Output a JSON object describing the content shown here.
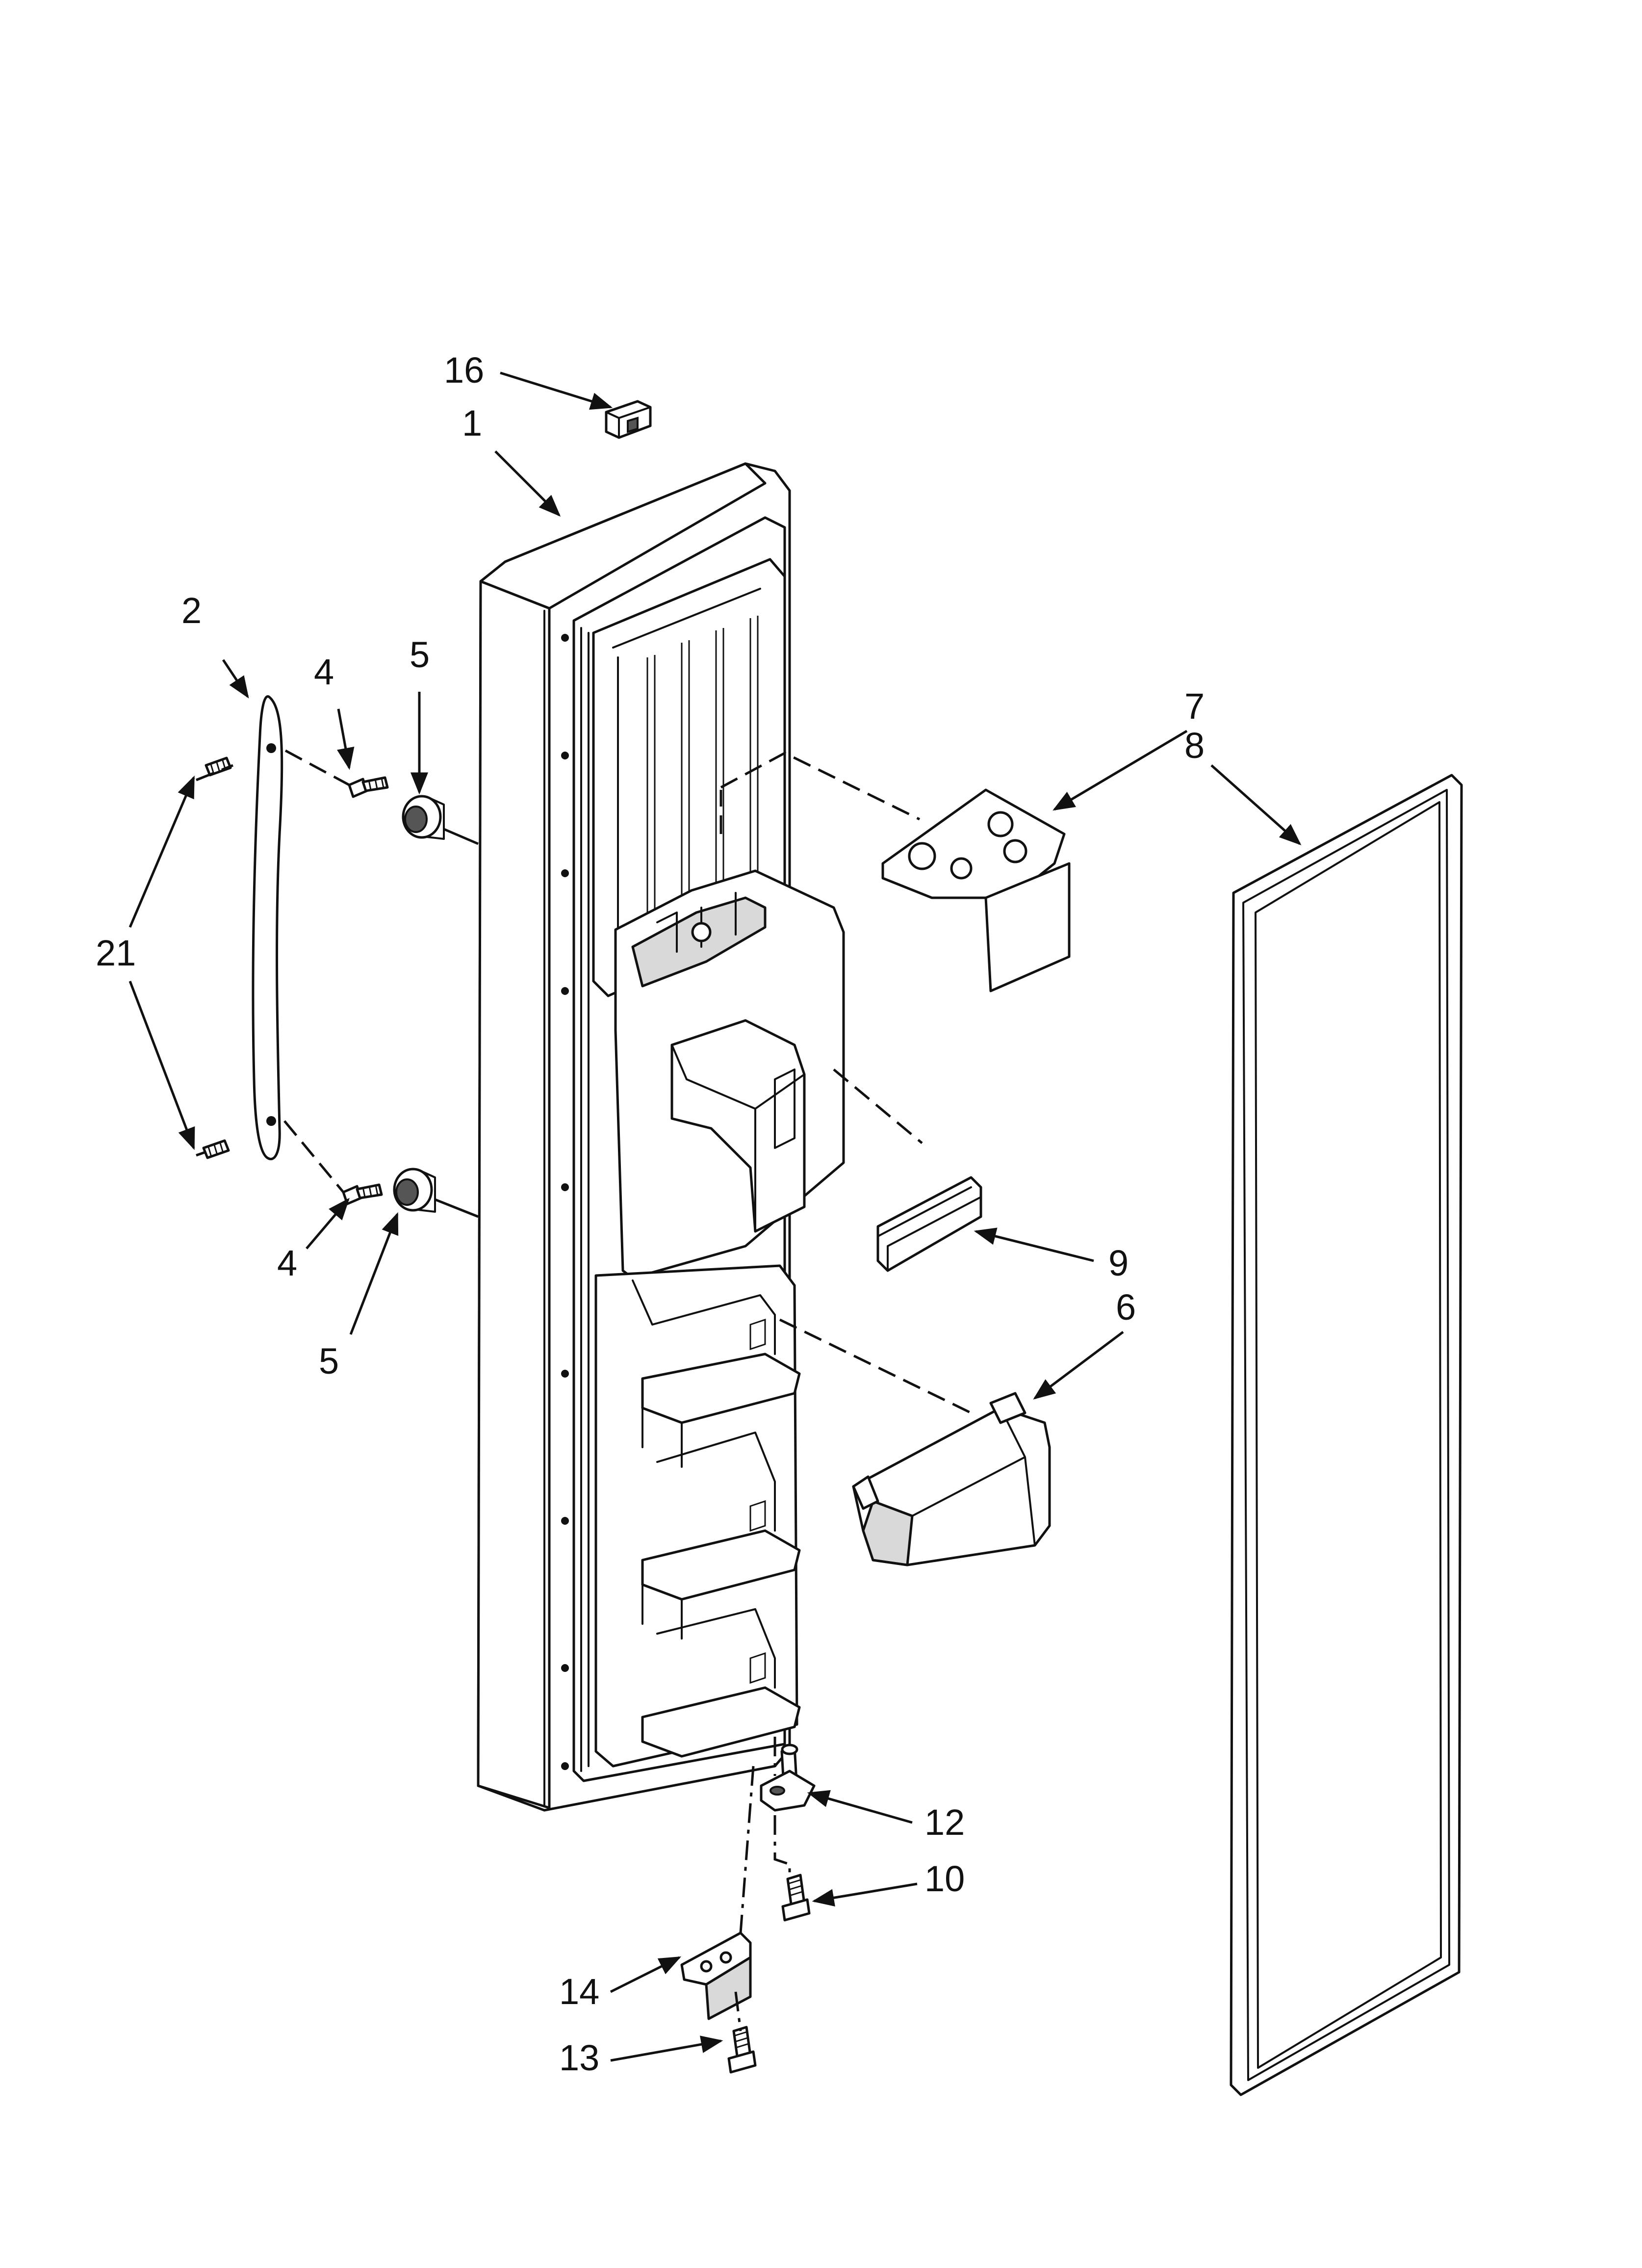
{
  "diagram": {
    "type": "exploded-parts-diagram",
    "callouts": {
      "c16": "16",
      "c1": "1",
      "c2": "2",
      "c4_top": "4",
      "c5_top": "5",
      "c21": "21",
      "c4_bottom": "4",
      "c5_bottom": "5",
      "c7": "7",
      "c8": "8",
      "c9": "9",
      "c6": "6",
      "c12": "12",
      "c10": "10",
      "c14": "14",
      "c13": "13"
    }
  }
}
